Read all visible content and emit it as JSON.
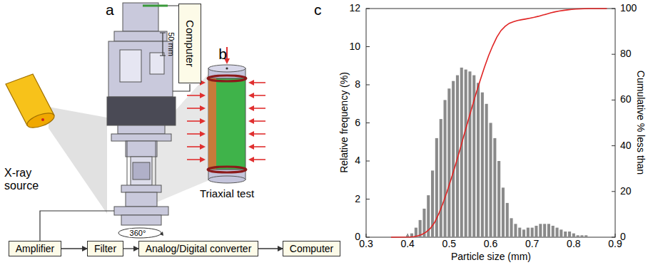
{
  "diagram": {
    "nodes": [
      {
        "text": [
          "Computer"
        ]
      },
      {
        "text": [
          "Amplifier"
        ]
      },
      {
        "text": [
          "Filter"
        ]
      },
      {
        "text": [
          "Analog/Digital converter"
        ]
      },
      {
        "text": [
          "Computer"
        ]
      }
    ],
    "edges": [
      {
        "from": 1,
        "to": 2,
        "arrow": "to"
      },
      {
        "from": 2,
        "to": 3,
        "arrow": "to"
      },
      {
        "from": 3,
        "to": 4,
        "arrow": "to"
      }
    ],
    "labels": [
      "a",
      "50 mm",
      "X-ray source",
      "360°",
      "b",
      "Triaxial test",
      "c",
      "0",
      "2",
      "4",
      "6",
      "8",
      "10",
      "12",
      "0",
      "20",
      "40",
      "60",
      "80",
      "100",
      "0.3",
      "0.4",
      "0.5",
      "0.6",
      "0.7",
      "0.8",
      "0.9",
      "Relative frequency (%)",
      "Particle size (mm)",
      "Cumulative % less than"
    ]
  }
}
